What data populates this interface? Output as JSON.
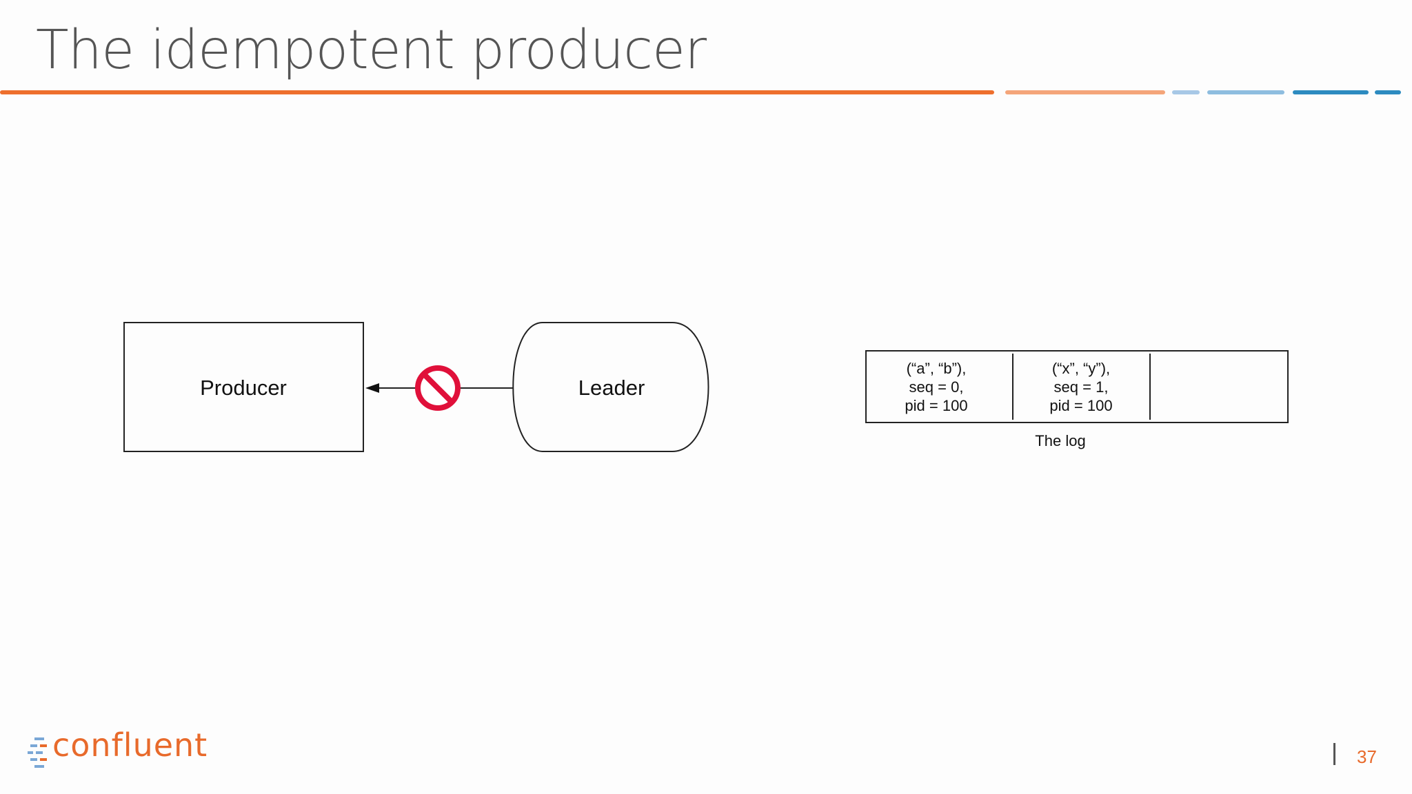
{
  "title": "The idempotent producer",
  "diagram": {
    "producer_label": "Producer",
    "leader_label": "Leader",
    "blocked_icon": "prohibited-icon",
    "log_caption": "The log",
    "log_entries": [
      {
        "line1": "(“a”, “b”),",
        "line2": "seq = 0,",
        "line3": "pid = 100"
      },
      {
        "line1": "(“x”, “y”),",
        "line2": "seq = 1,",
        "line3": "pid = 100"
      }
    ]
  },
  "footer": {
    "logo_text": "confluent",
    "page_number": "37"
  },
  "colors": {
    "accent_orange": "#ee6f2d",
    "accent_blue": "#2d8bc0",
    "blocked_red": "#e0103a"
  }
}
